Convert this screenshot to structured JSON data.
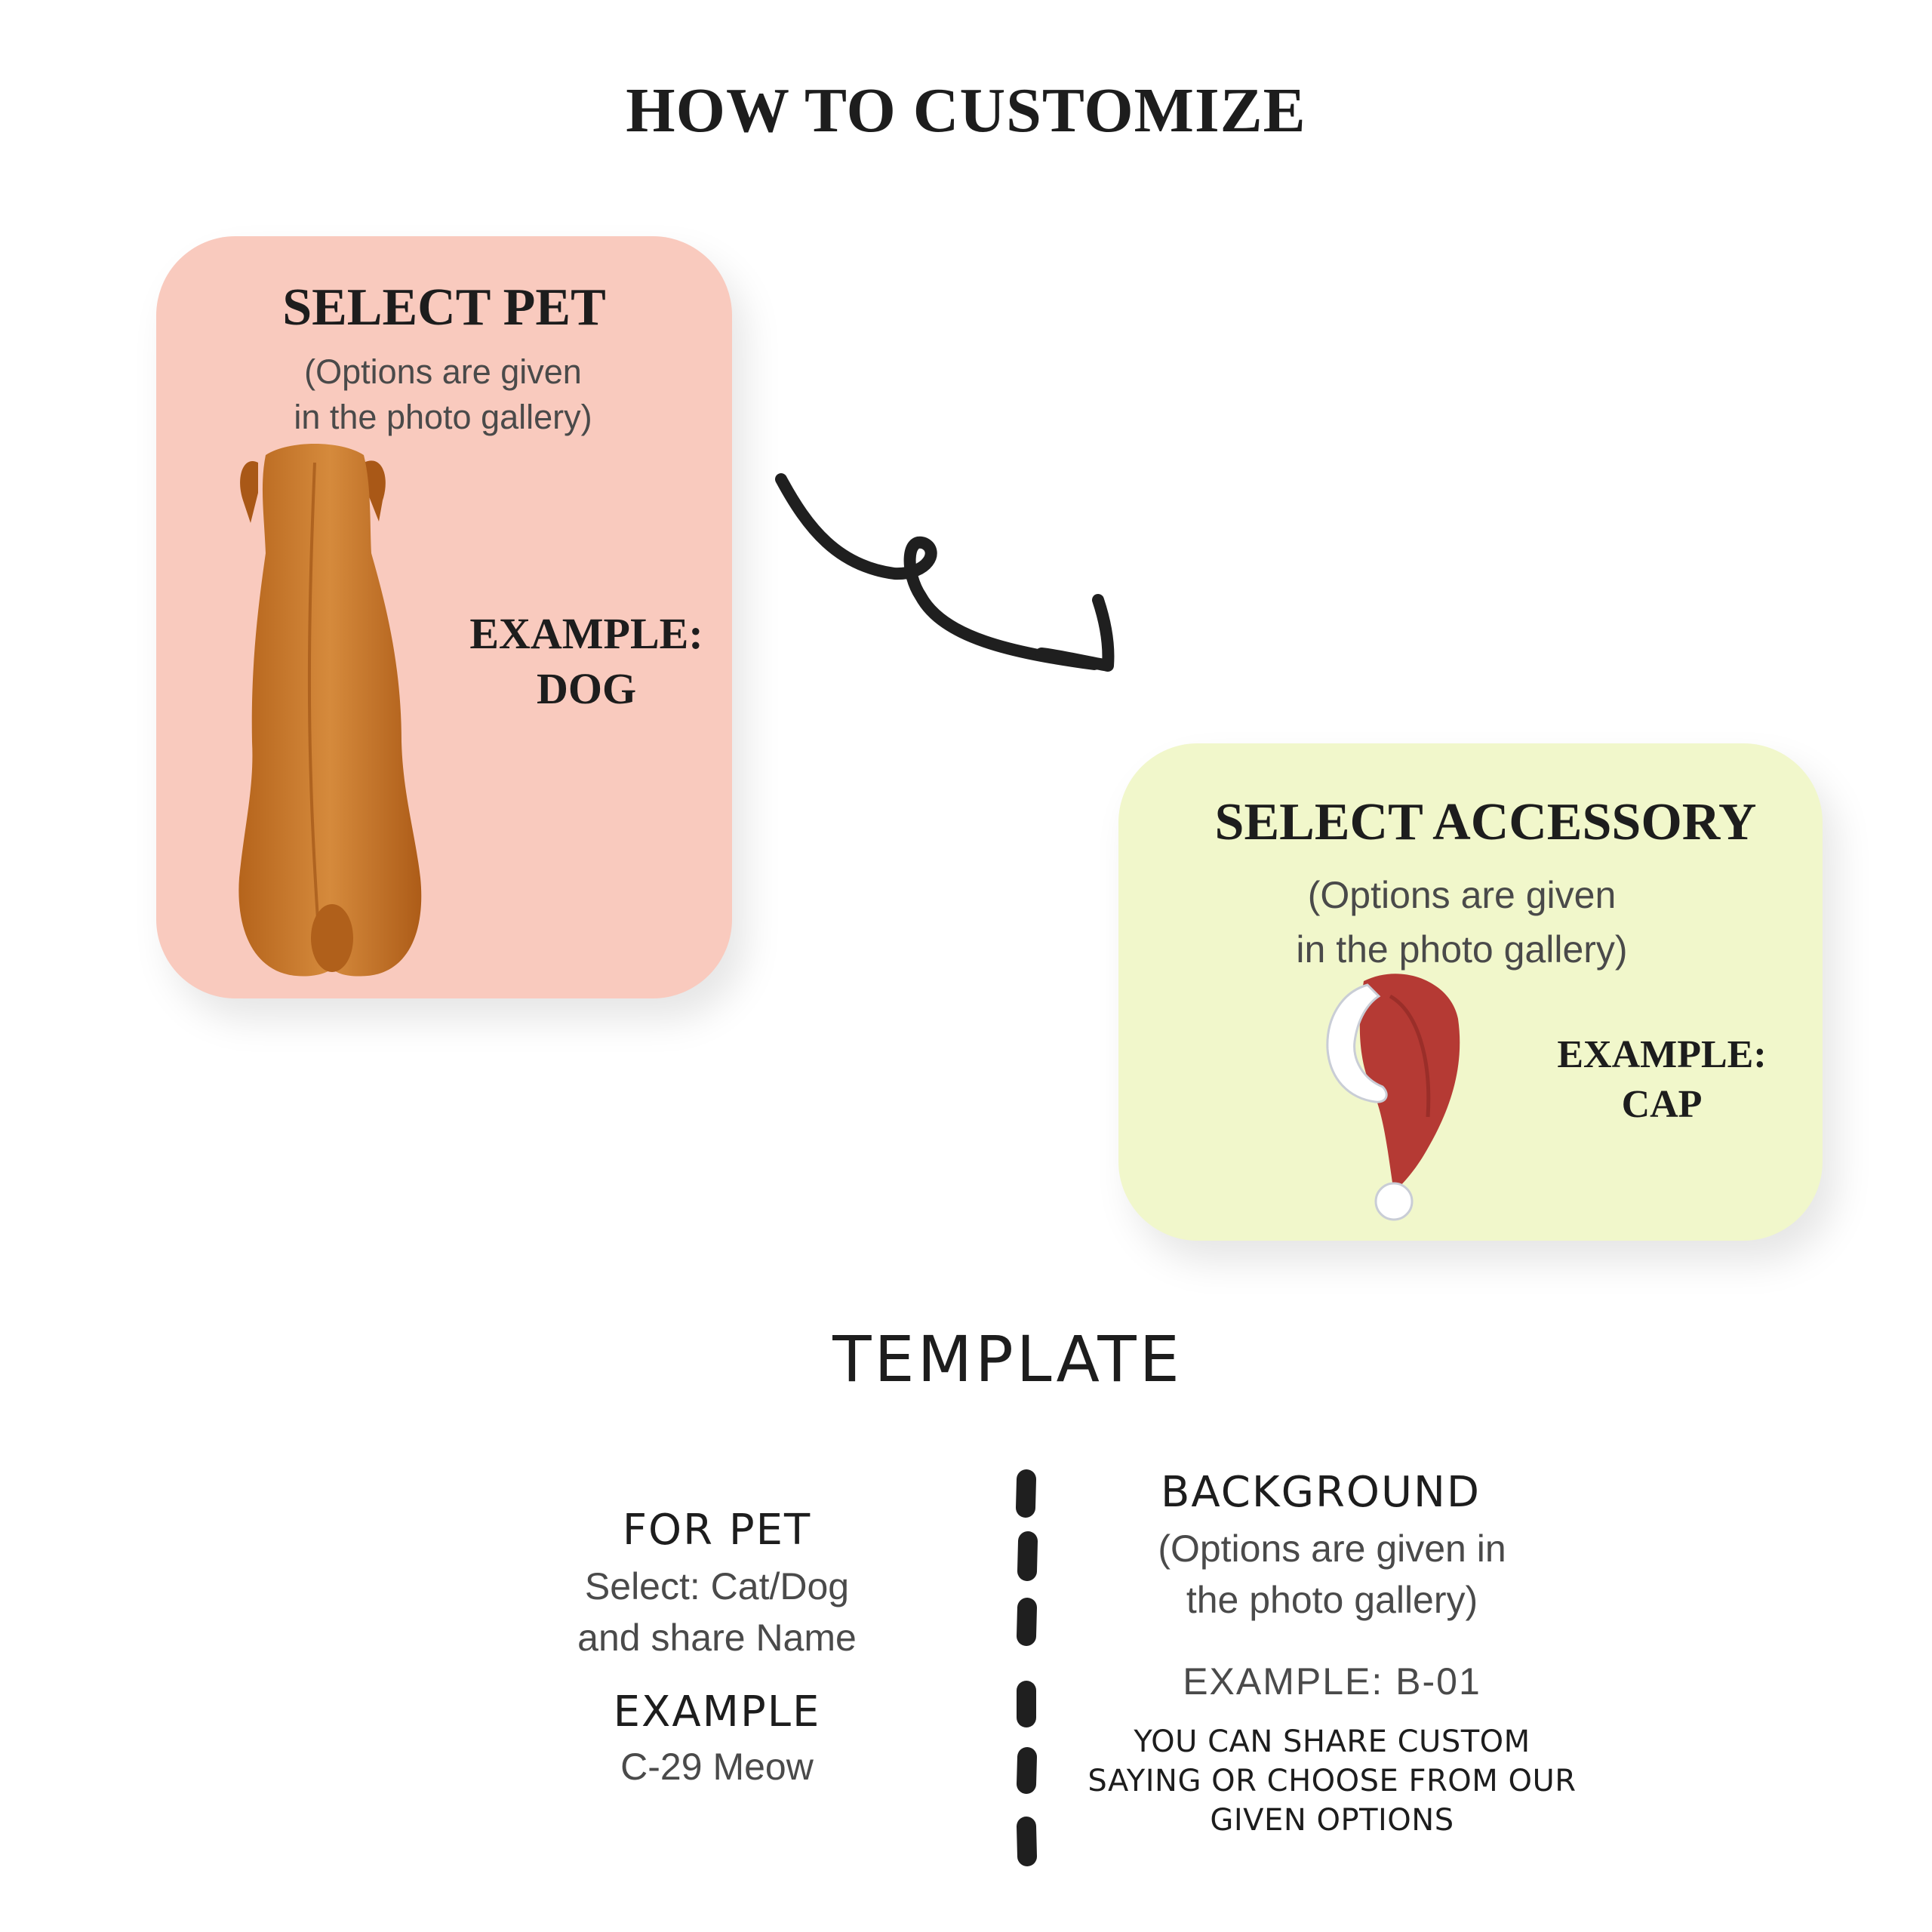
{
  "page_title": "HOW TO CUSTOMIZE",
  "pet_card": {
    "title": "SELECT PET",
    "subtitle_line1": "(Options are given",
    "subtitle_line2": "in the photo gallery)",
    "example_line1": "EXAMPLE:",
    "example_line2": "DOG",
    "illustration": "dog-back-view-icon",
    "color": "#f9cabe"
  },
  "accessory_card": {
    "title": "SELECT ACCESSORY",
    "subtitle_line1": "(Options are given",
    "subtitle_line2": "in the photo gallery)",
    "example_line1": "EXAMPLE:",
    "example_line2": "CAP",
    "illustration": "santa-cap-icon",
    "color": "#f1f7cb"
  },
  "flow_arrow": "curly-arrow-icon",
  "template": {
    "heading": "TEMPLATE",
    "pet": {
      "heading": "FOR PET",
      "line1": "Select: Cat/Dog",
      "line2": "and share Name",
      "example_heading": "EXAMPLE",
      "example_value": "C-29 Meow"
    },
    "background": {
      "heading": "BACKGROUND",
      "line1": "(Options are given in",
      "line2": "the photo gallery)",
      "example": "EXAMPLE: B-01",
      "note_line1": "YOU CAN SHARE CUSTOM",
      "note_line2": "SAYING OR CHOOSE FROM OUR",
      "note_line3": "GIVEN OPTIONS"
    }
  }
}
